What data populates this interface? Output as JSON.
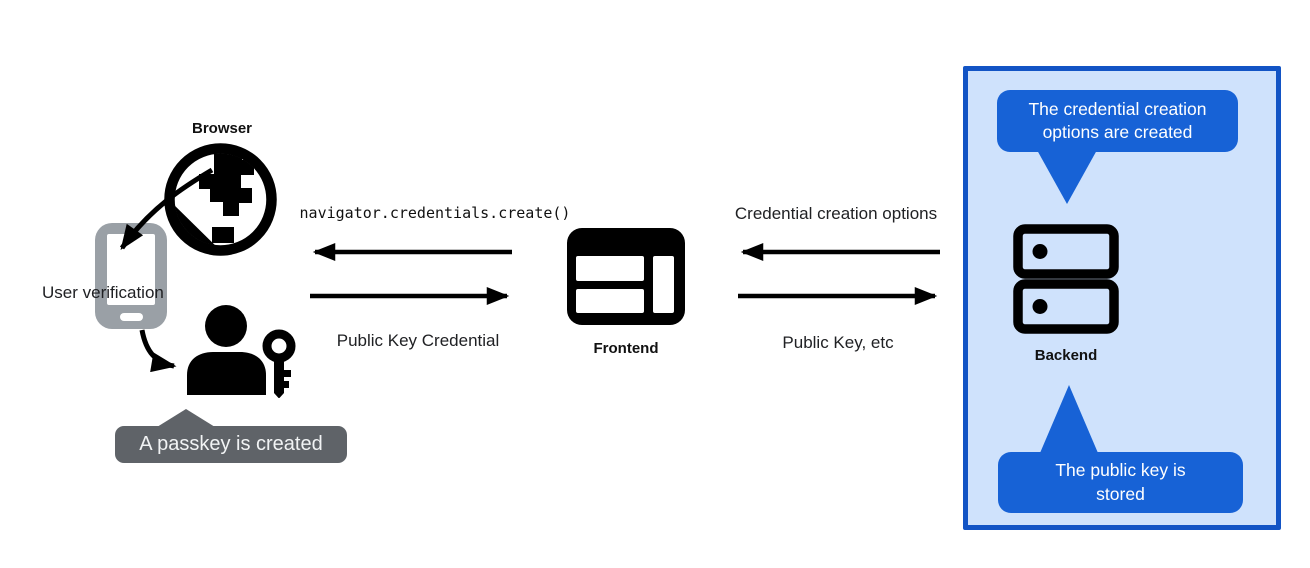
{
  "left": {
    "browser_label": "Browser",
    "user_verification_label": "User verification",
    "passkey_callout": "A passkey is created"
  },
  "center": {
    "api_call_label": "navigator.credentials.create()",
    "public_key_credential_label": "Public Key Credential",
    "frontend_label": "Frontend"
  },
  "right": {
    "credential_creation_options_label": "Credential creation options",
    "public_key_etc_label": "Public Key, etc",
    "backend_label": "Backend",
    "callout_top": "The credential creation\noptions are created",
    "callout_bottom": "The public key is\nstored"
  },
  "icons": {
    "browser": "globe-icon",
    "user_device": "smartphone-icon",
    "user": "person-with-key-icon",
    "frontend": "browser-window-icon",
    "backend": "server-stack-icon"
  },
  "colors": {
    "bubble_blue": "#1762d6",
    "panel_fill": "#cfe2fc",
    "panel_border": "#1254c5",
    "dark_callout": "#5f6368",
    "phone_gray": "#9aa0a6",
    "arrow_black": "#000000"
  }
}
